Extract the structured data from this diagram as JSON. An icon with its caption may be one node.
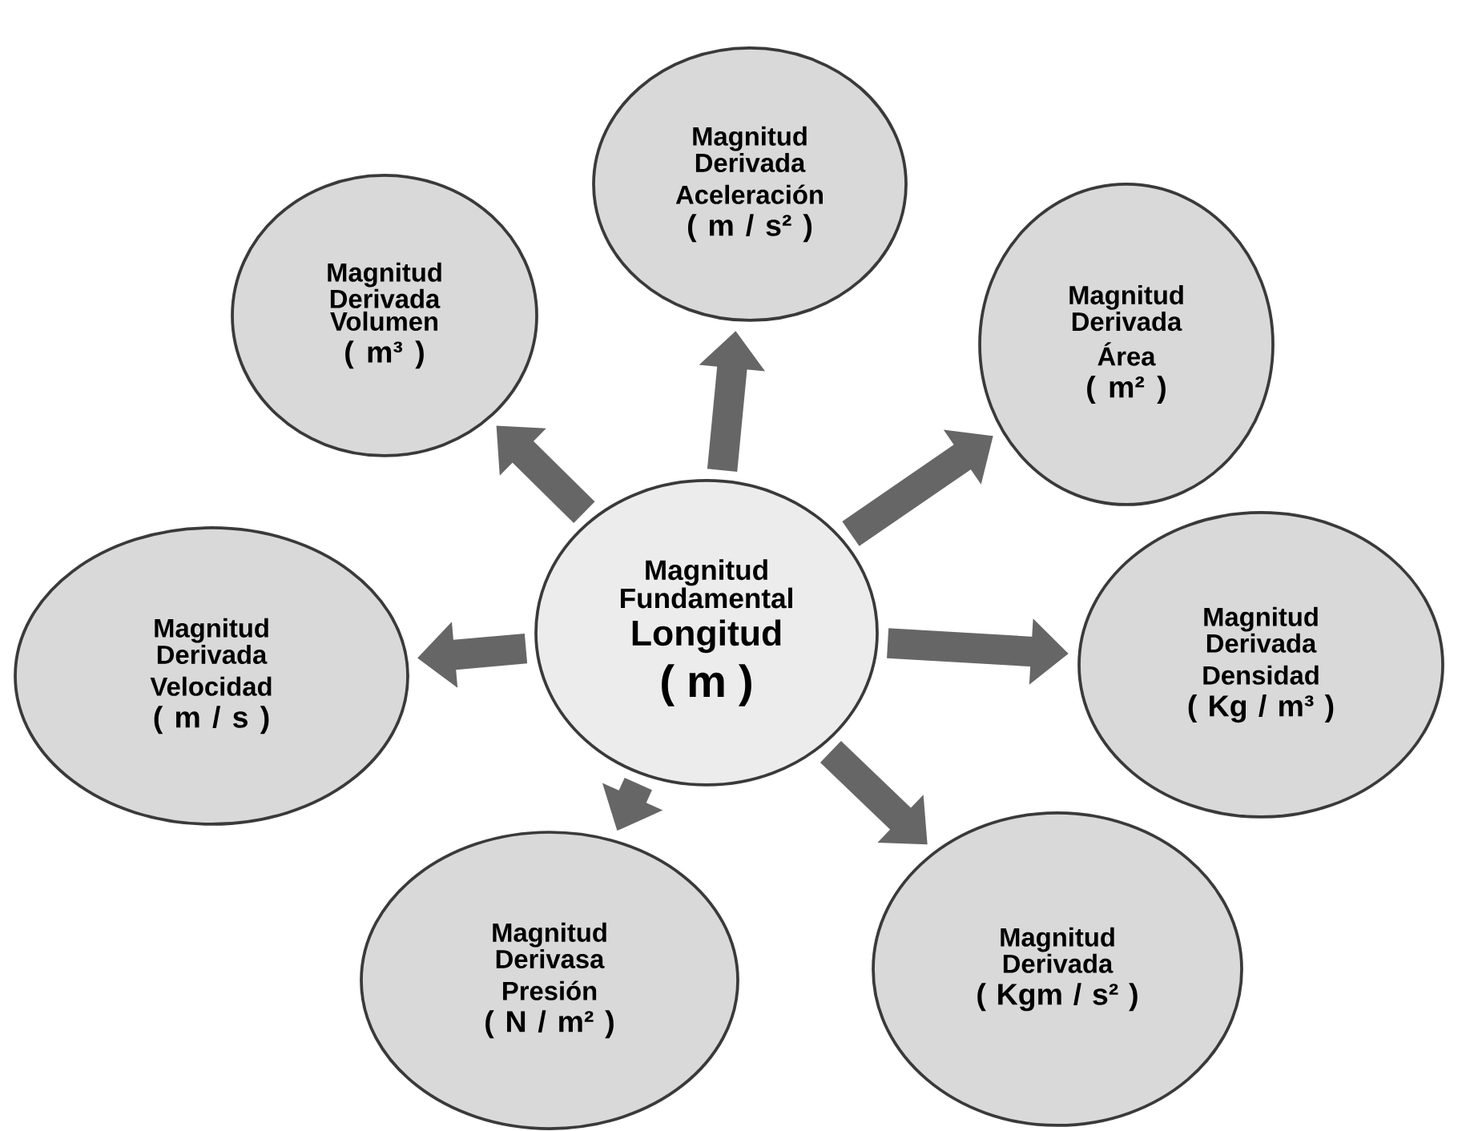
{
  "diagram": {
    "nodes": [
      {
        "text": [
          "Magnitud Fundamental",
          "Longitud",
          "( m )"
        ]
      },
      {
        "text": [
          "Magnitud Derivada",
          "Aceleración",
          "( m / s² )"
        ]
      },
      {
        "text": [
          "Magnitud Derivada Volumen",
          "( m³ )"
        ]
      },
      {
        "text": [
          "Magnitud Derivada",
          "Área",
          "( m² )"
        ]
      },
      {
        "text": [
          "Magnitud Derivada",
          "Velocidad",
          "( m /  s )"
        ]
      },
      {
        "text": [
          "Magnitud Derivada",
          "Densidad",
          "( Kg / m³ )"
        ]
      },
      {
        "text": [
          "Magnitud Derivasa",
          "Presión",
          "( N / m² )"
        ]
      },
      {
        "text": [
          "Magnitud Derivada",
          "( Kgm / s² )"
        ]
      }
    ],
    "edges": [
      {
        "from": 0,
        "to": 1,
        "arrow": "to"
      },
      {
        "from": 0,
        "to": 2,
        "arrow": "to"
      },
      {
        "from": 0,
        "to": 3,
        "arrow": "to"
      },
      {
        "from": 0,
        "to": 4,
        "arrow": "to"
      },
      {
        "from": 0,
        "to": 5,
        "arrow": "to"
      },
      {
        "from": 0,
        "to": 6,
        "arrow": "to"
      },
      {
        "from": 0,
        "to": 7,
        "arrow": "to"
      }
    ]
  }
}
